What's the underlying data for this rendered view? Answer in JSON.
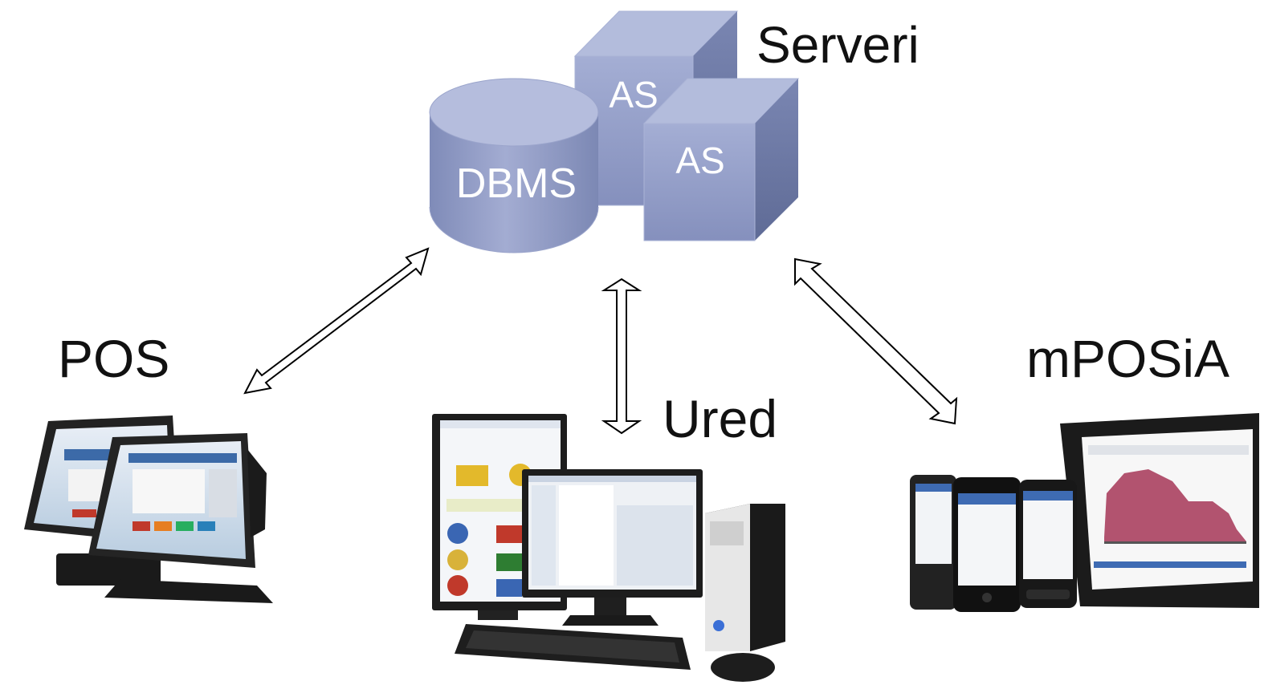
{
  "servers": {
    "group_label": "Serveri",
    "database_label": "DBMS",
    "app_server_back_label": "AS",
    "app_server_front_label": "AS"
  },
  "clients": {
    "pos_label": "POS",
    "office_label": "Ured",
    "mobile_label": "mPOSiA"
  },
  "colors": {
    "shape_fill": "#8e9ac4",
    "shape_light": "#b9c1de",
    "shape_dark": "#6f7ba8",
    "arrow_stroke": "#000000",
    "device_dark": "#1c1c1c"
  }
}
